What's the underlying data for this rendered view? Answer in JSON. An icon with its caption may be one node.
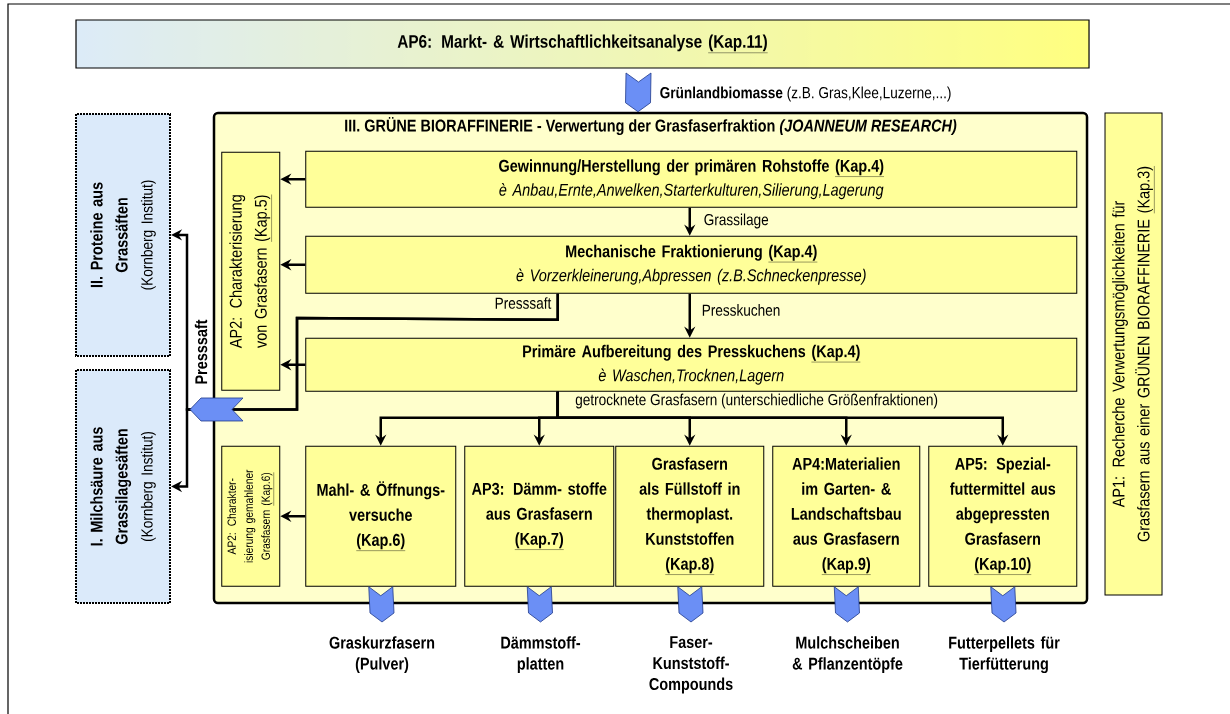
{
  "diagram": {
    "nodes": [
      {
        "text": [
          "AP6: Markt- & Wirtschaftlichkeitsanalyse",
          "(Kap.11)"
        ]
      },
      {
        "text": [
          "II. Proteine aus Grassäften",
          "(Kornberg Institut)"
        ]
      },
      {
        "text": [
          "I. Milchsäure aus Grassilagesäften",
          "(Kornberg Institut)"
        ]
      },
      {
        "text": [
          "III. GRÜNE BIORAFFINERIE - Verwertung der Grasfaserfraktion *(JOANNEUM RESEARCH)*"
        ]
      },
      {
        "text": [
          "AP2: Charakterisierung von Grasfasern",
          "(Kap.5)"
        ],
        "in": 3
      },
      {
        "text": [
          "Gewinnung/Herstellung der primären Rohstoffe",
          "(Kap.4)",
          "è Anbau,Ernte,Anwelken,Starterkulturen,Silierung,Lagerung"
        ],
        "in": 3
      },
      {
        "text": [
          "Mechanische Fraktionierung",
          "(Kap.4)",
          "è Vorzerkleinerung,Abpressen (z.B.Schneckenpresse)"
        ],
        "in": 3
      },
      {
        "text": [
          "Primäre Aufbereitung des Presskuchens",
          "(Kap.4)",
          "è Waschen,Trocknen,Lagern"
        ],
        "in": 3
      },
      {
        "text": [
          "AP2: Charakter- isierung gemahlener Grasfasern",
          "(Kap.6)"
        ],
        "in": 3
      },
      {
        "text": [
          "Mahl- & Öffnungs- versuche",
          "(Kap.6)"
        ],
        "in": 3
      },
      {
        "text": [
          "AP3: Dämm- stoffe aus Grasfasern",
          "(Kap.7)"
        ],
        "in": 3
      },
      {
        "text": [
          "Grasfasern als Füllstoff in thermoplast. Kunststoffen",
          "(Kap.8)"
        ],
        "in": 3
      },
      {
        "text": [
          "AP4:Materialien im Garten- & Landschaftsbau aus Grasfasern",
          "(Kap.9)"
        ],
        "in": 3
      },
      {
        "text": [
          "AP5: Spezial- futtermittel aus abgepressten Grasfasern",
          "(Kap.10)"
        ],
        "in": 3
      },
      {
        "text": [
          "AP1: Recherche Verwertungsmöglichkeiten für Grasfasern aus einer GRÜNEN BIORAFFINERIE",
          "(Kap.3)"
        ]
      },
      {
        "text": [
          "Graskurzfasern (Pulver)"
        ]
      },
      {
        "text": [
          "Dämmstoff- platten"
        ]
      },
      {
        "text": [
          "Faser- Kunststoff- Compounds"
        ]
      },
      {
        "text": [
          "Mulchscheiben & Pflanzentöpfe"
        ]
      },
      {
        "text": [
          "Futterpellets für Tierfütterung"
        ]
      }
    ],
    "edges": [
      {
        "from": null,
        "to": 3,
        "arrow": "to",
        "label": "**Grünlandbiomasse** (z.B. Gras,Klee,Luzerne,...)",
        "style": "thick",
        "color": "#6b8ff5"
      },
      {
        "from": 5,
        "to": 4,
        "arrow": "to"
      },
      {
        "from": 6,
        "to": 4,
        "arrow": "to"
      },
      {
        "from": 5,
        "to": 6,
        "arrow": "to",
        "label": "Grassilage"
      },
      {
        "from": 6,
        "to": 7,
        "arrow": "to",
        "label": "Presskuchen"
      },
      {
        "from": 6,
        "to": 1,
        "arrow": "to",
        "label": "Presssaft"
      },
      {
        "from": 6,
        "to": 2,
        "arrow": "to"
      },
      {
        "from": 7,
        "to": 4,
        "arrow": "to"
      },
      {
        "from": 7,
        "to": 9,
        "arrow": "to"
      },
      {
        "from": 7,
        "to": 10,
        "arrow": "to"
      },
      {
        "from": 7,
        "to": 11,
        "arrow": "to"
      },
      {
        "from": 7,
        "to": 12,
        "arrow": "to"
      },
      {
        "from": 7,
        "to": 13,
        "arrow": "to"
      },
      {
        "from": 9,
        "to": 8,
        "arrow": "to"
      },
      {
        "from": 9,
        "to": 15,
        "arrow": "to",
        "style": "thick",
        "color": "#6b8ff5"
      },
      {
        "from": 10,
        "to": 16,
        "arrow": "to",
        "style": "thick",
        "color": "#6b8ff5"
      },
      {
        "from": 11,
        "to": 17,
        "arrow": "to",
        "style": "thick",
        "color": "#6b8ff5"
      },
      {
        "from": 12,
        "to": 18,
        "arrow": "to",
        "style": "thick",
        "color": "#6b8ff5"
      },
      {
        "from": 13,
        "to": 19,
        "arrow": "to",
        "style": "thick",
        "color": "#6b8ff5"
      }
    ],
    "labels": [
      "Presssaft",
      "getrocknete Grasfasern (unterschiedliche Größenfraktionen)"
    ]
  }
}
